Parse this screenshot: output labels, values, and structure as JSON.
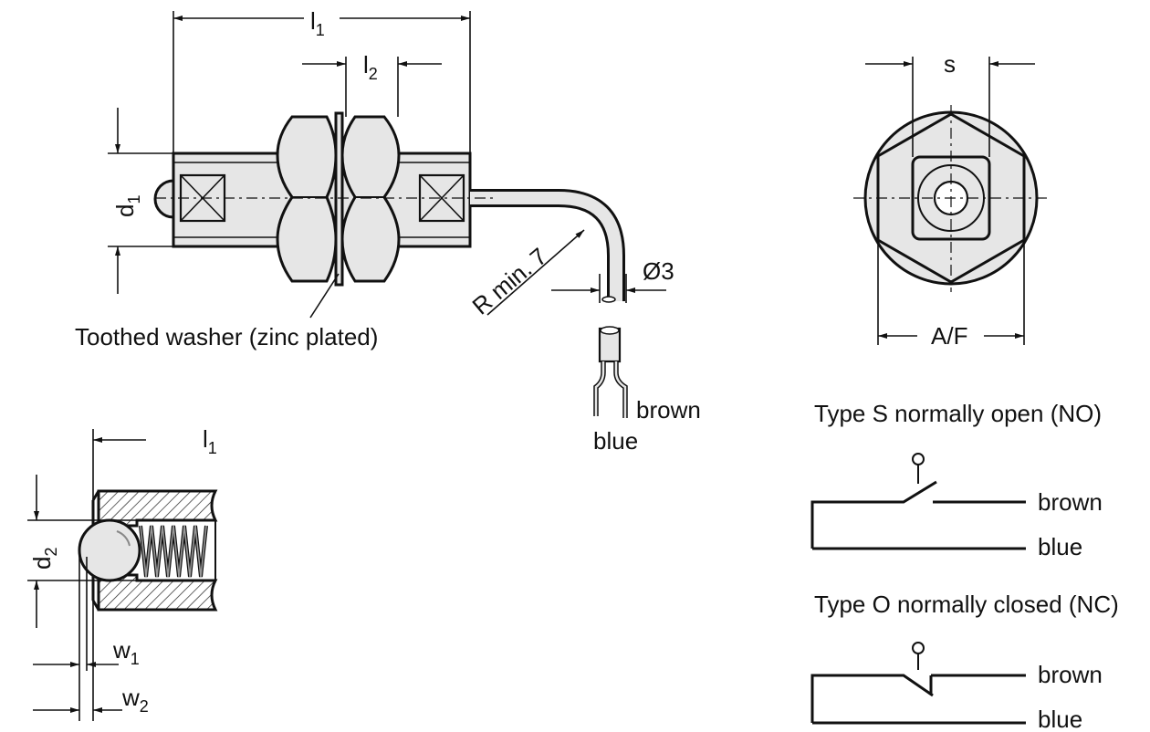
{
  "labels": {
    "l1": "l",
    "l1_sub": "1",
    "l2": "l",
    "l2_sub": "2",
    "d1": "d",
    "d1_sub": "1",
    "d2": "d",
    "d2_sub": "2",
    "w1": "w",
    "w1_sub": "1",
    "w2": "w",
    "w2_sub": "2",
    "l1_detail": "l",
    "l1_detail_sub": "1",
    "washer": "Toothed washer (zinc plated)",
    "radius": "R min. 7",
    "diameter": "Ø3",
    "wire_brown": "brown",
    "wire_blue": "blue",
    "s": "s",
    "af": "A/F"
  },
  "switch_types": [
    {
      "title": "Type S normally open (NO)",
      "brown": "brown",
      "blue": "blue"
    },
    {
      "title": "Type O normally closed (NC)",
      "brown": "brown",
      "blue": "blue"
    }
  ]
}
